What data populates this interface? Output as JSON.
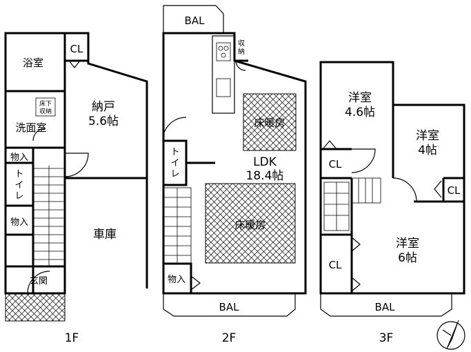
{
  "floors": {
    "f1": {
      "label": "1F",
      "bath": "浴室",
      "cl": "CL",
      "storage_under": [
        "床下",
        "収納"
      ],
      "washroom": "洗面室",
      "nando": "納戸",
      "nando_size": "5.6帖",
      "storage_a": "物入",
      "toilet": [
        "ト",
        "イ",
        "レ"
      ],
      "storage_b": "物入",
      "garage": "車庫",
      "entrance": "玄関"
    },
    "f2": {
      "label": "2F",
      "bal_top": "BAL",
      "shuno": [
        "収",
        "納"
      ],
      "floor_heat_top": "床暖房",
      "toilet": [
        "ト",
        "イ",
        "レ"
      ],
      "ldk": "LDK",
      "ldk_size": "18.4帖",
      "floor_heat_bottom": "床暖房",
      "storage": "物入",
      "bal_bottom": "BAL"
    },
    "f3": {
      "label": "3F",
      "room_a": "洋室",
      "room_a_size": "4.6帖",
      "room_b": "洋室",
      "room_b_size": "4帖",
      "cl_a": "CL",
      "cl_b": "CL",
      "room_c": "洋室",
      "room_c_size": "6帖",
      "cl_c": "CL",
      "bal": "BAL"
    }
  }
}
